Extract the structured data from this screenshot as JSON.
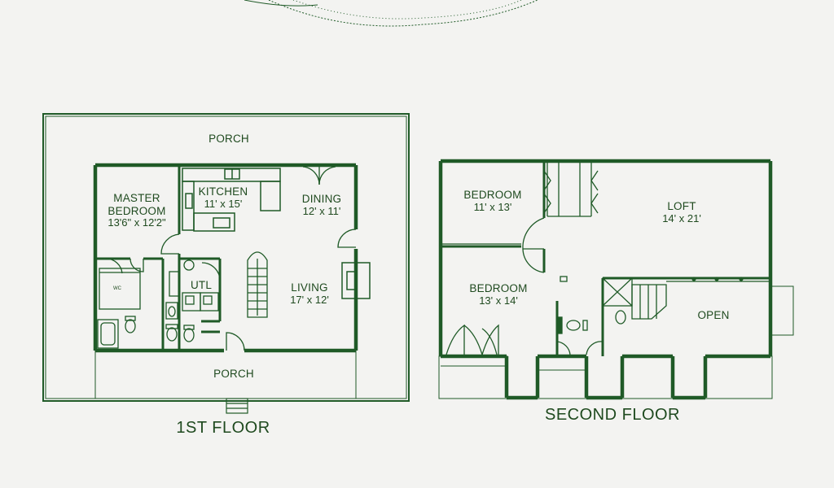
{
  "colors": {
    "line": "#1f5a27",
    "text": "#1f4a1f",
    "paper": "#f3f3f1"
  },
  "first_floor": {
    "title": "1ST FLOOR",
    "porch_top": "PORCH",
    "porch_bottom": "PORCH",
    "master_bedroom": {
      "name_line1": "MASTER",
      "name_line2": "BEDROOM",
      "dims": "13'6\" x 12'2\""
    },
    "kitchen": {
      "name": "KITCHEN",
      "dims": "11' x 15'"
    },
    "dining": {
      "name": "DINING",
      "dims": "12' x 11'"
    },
    "utility": {
      "name": "UTL"
    },
    "living": {
      "name": "LIVING",
      "dims": "17' x 12'"
    },
    "wc_label": "WC"
  },
  "second_floor": {
    "title": "SECOND FLOOR",
    "bedroom_1": {
      "name": "BEDROOM",
      "dims": "11' x 13'"
    },
    "bedroom_2": {
      "name": "BEDROOM",
      "dims": "13' x 14'"
    },
    "loft": {
      "name": "LOFT",
      "dims": "14' x 21'"
    },
    "open": {
      "name": "OPEN"
    }
  }
}
